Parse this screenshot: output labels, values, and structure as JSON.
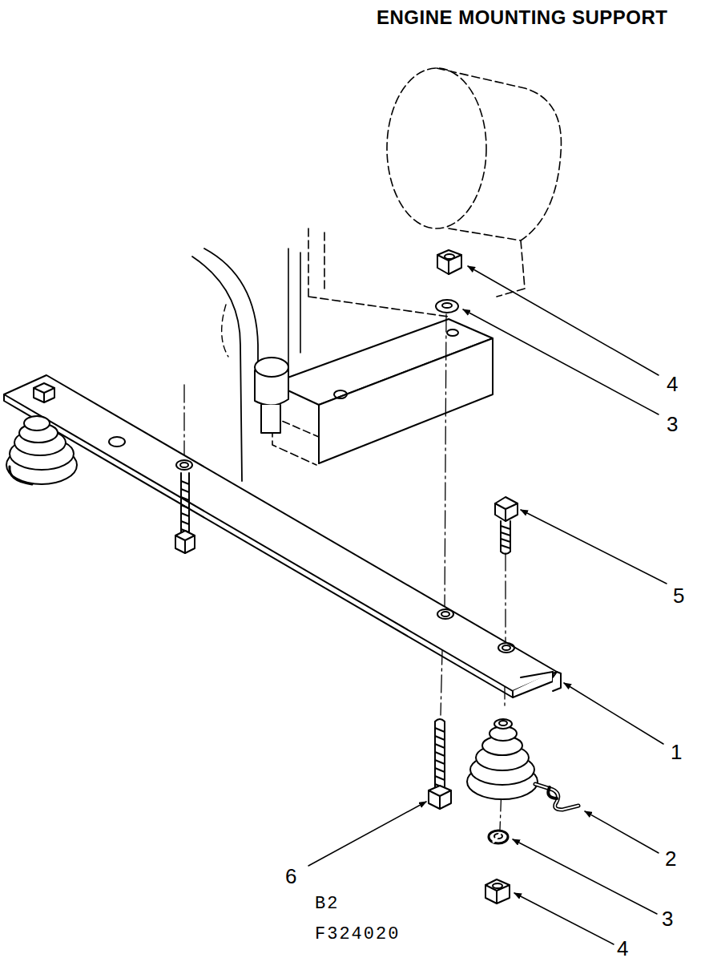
{
  "diagram": {
    "title": "ENGINE MOUNTING SUPPORT",
    "labels": [
      "4",
      "3",
      "5",
      "1",
      "2",
      "3",
      "4",
      "6",
      "B2",
      "F324020"
    ]
  }
}
